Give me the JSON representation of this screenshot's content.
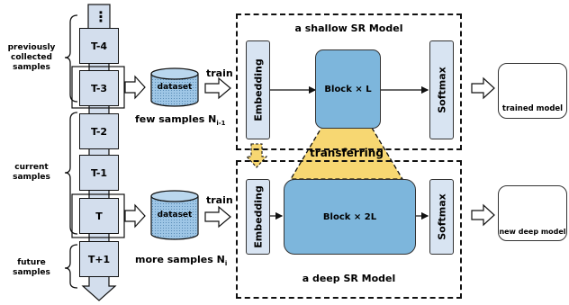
{
  "timeline": {
    "dots": "⋮",
    "boxes": [
      "T-4",
      "T-3",
      "T-2",
      "T-1",
      "T",
      "T+1"
    ]
  },
  "groups": {
    "previous": [
      "previously",
      "collected",
      "samples"
    ],
    "current": [
      "current",
      "samples"
    ],
    "future": [
      "future",
      "samples"
    ]
  },
  "datasets": {
    "top": {
      "label": "dataset",
      "train": "train",
      "caption": "few samples N",
      "sub": "i-1"
    },
    "bottom": {
      "label": "dataset",
      "train": "train",
      "caption": "more samples N",
      "sub": "i"
    }
  },
  "shallow_model": {
    "title": "a shallow SR Model",
    "embedding": "Embedding",
    "block": "Block × L",
    "softmax": "Softmax",
    "output": "trained model"
  },
  "deep_model": {
    "title": "a deep SR Model",
    "embedding": "Embedding",
    "block": "Block × 2L",
    "softmax": "Softmax",
    "output": "new deep model"
  },
  "transfer_label": "transferring",
  "colors": {
    "time_box": "#d3deed",
    "block": "#7db6dc",
    "transfer": "#f7d772",
    "dataset": "#9ec6e6",
    "node": "#41aac4"
  }
}
